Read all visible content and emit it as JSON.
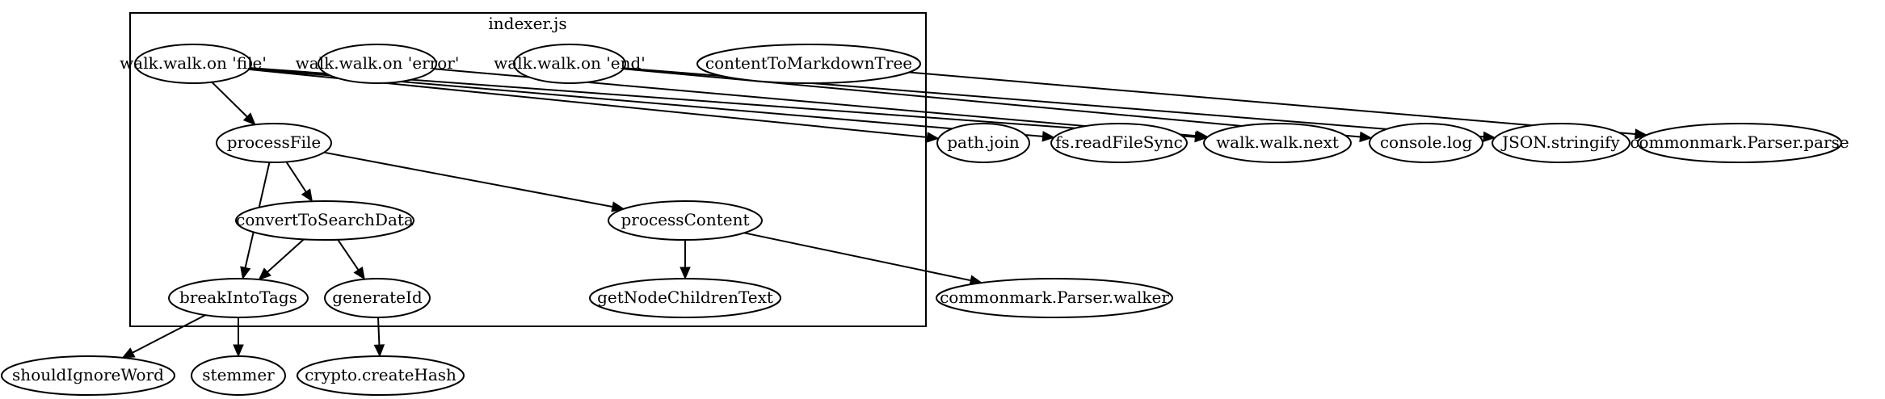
{
  "cluster": {
    "label": "indexer.js"
  },
  "nodes": {
    "walk_on_file": "walk.walk.on 'file'",
    "walk_on_error": "walk.walk.on 'error'",
    "walk_on_end": "walk.walk.on 'end'",
    "content_to_markdown_tree": "contentToMarkdownTree",
    "process_file": "processFile",
    "convert_to_search_data": "convertToSearchData",
    "process_content": "processContent",
    "break_into_tags": "breakIntoTags",
    "generate_id": "generateId",
    "get_node_children_text": "getNodeChildrenText",
    "path_join": "path.join",
    "fs_read_file_sync": "fs.readFileSync",
    "walk_walk_next": "walk.walk.next",
    "console_log": "console.log",
    "json_stringify": "JSON.stringify",
    "commonmark_parser_parse": "commonmark.Parser.parse",
    "commonmark_parser_walker": "commonmark.Parser.walker",
    "should_ignore_word": "shouldIgnoreWord",
    "stemmer": "stemmer",
    "crypto_create_hash": "crypto.createHash"
  },
  "edges": [
    {
      "from": "walk_on_file",
      "to": "process_file"
    },
    {
      "from": "walk_on_file",
      "to": "path_join"
    },
    {
      "from": "walk_on_file",
      "to": "fs_read_file_sync"
    },
    {
      "from": "walk_on_file",
      "to": "walk_walk_next"
    },
    {
      "from": "walk_on_error",
      "to": "walk_walk_next"
    },
    {
      "from": "walk_on_end",
      "to": "console_log"
    },
    {
      "from": "walk_on_end",
      "to": "json_stringify"
    },
    {
      "from": "content_to_markdown_tree",
      "to": "commonmark_parser_parse"
    },
    {
      "from": "process_file",
      "to": "convert_to_search_data"
    },
    {
      "from": "process_file",
      "to": "process_content"
    },
    {
      "from": "process_file",
      "to": "break_into_tags"
    },
    {
      "from": "convert_to_search_data",
      "to": "break_into_tags"
    },
    {
      "from": "convert_to_search_data",
      "to": "generate_id"
    },
    {
      "from": "process_content",
      "to": "get_node_children_text"
    },
    {
      "from": "process_content",
      "to": "commonmark_parser_walker"
    },
    {
      "from": "break_into_tags",
      "to": "should_ignore_word"
    },
    {
      "from": "break_into_tags",
      "to": "stemmer"
    },
    {
      "from": "generate_id",
      "to": "crypto_create_hash"
    }
  ]
}
